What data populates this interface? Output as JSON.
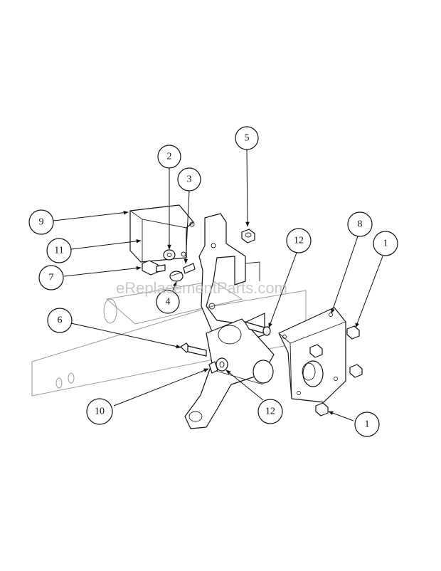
{
  "watermark": "eReplacementParts.com",
  "callouts": [
    {
      "label": "1"
    },
    {
      "label": "1"
    },
    {
      "label": "2"
    },
    {
      "label": "3"
    },
    {
      "label": "4"
    },
    {
      "label": "5"
    },
    {
      "label": "6"
    },
    {
      "label": "7"
    },
    {
      "label": "8"
    },
    {
      "label": "9"
    },
    {
      "label": "10"
    },
    {
      "label": "11"
    },
    {
      "label": "12"
    },
    {
      "label": "12"
    }
  ]
}
